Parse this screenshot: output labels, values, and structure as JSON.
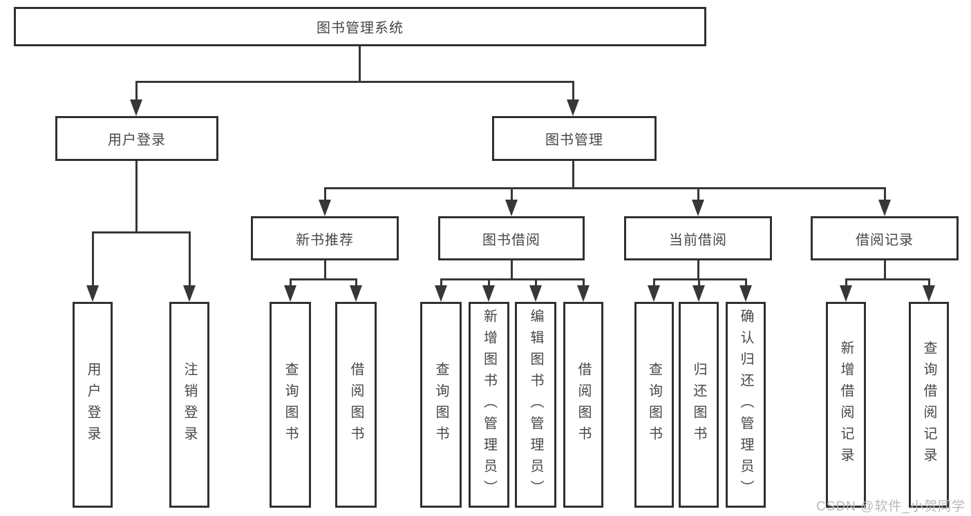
{
  "diagram": {
    "root": {
      "label": "图书管理系统"
    },
    "level2": {
      "user_login": {
        "label": "用户登录"
      },
      "book_management": {
        "label": "图书管理"
      }
    },
    "level3": {
      "new_book_recommend": {
        "label": "新书推荐"
      },
      "book_borrow": {
        "label": "图书借阅"
      },
      "current_borrow": {
        "label": "当前借阅"
      },
      "borrow_record": {
        "label": "借阅记录"
      }
    },
    "leaves": {
      "user_login": {
        "label": "用户登录",
        "parent": "用户登录"
      },
      "logout": {
        "label": "注销登录",
        "parent": "用户登录"
      },
      "rec_query_book": {
        "label": "查询图书",
        "parent": "新书推荐"
      },
      "rec_borrow_book": {
        "label": "借阅图书",
        "parent": "新书推荐"
      },
      "bor_query_book": {
        "label": "查询图书",
        "parent": "图书借阅"
      },
      "bor_add_book": {
        "label": "新增图书（管理员）",
        "parent": "图书借阅"
      },
      "bor_edit_book": {
        "label": "编辑图书（管理员）",
        "parent": "图书借阅"
      },
      "bor_borrow_book": {
        "label": "借阅图书",
        "parent": "图书借阅"
      },
      "cur_query_book": {
        "label": "查询图书",
        "parent": "当前借阅"
      },
      "cur_return_book": {
        "label": "归还图书",
        "parent": "当前借阅"
      },
      "cur_confirm_return": {
        "label": "确认归还（管理员）",
        "parent": "当前借阅"
      },
      "rec_add_record": {
        "label": "新增借阅记录",
        "parent": "借阅记录"
      },
      "rec_query_record": {
        "label": "查询借阅记录",
        "parent": "借阅记录"
      }
    }
  },
  "watermark": {
    "text": "CSDN @软件_小贺同学"
  },
  "colors": {
    "line": "#373737",
    "box_border": "#303030",
    "text": "#474747",
    "watermark": "#b9b9b9",
    "background": "#ffffff"
  }
}
